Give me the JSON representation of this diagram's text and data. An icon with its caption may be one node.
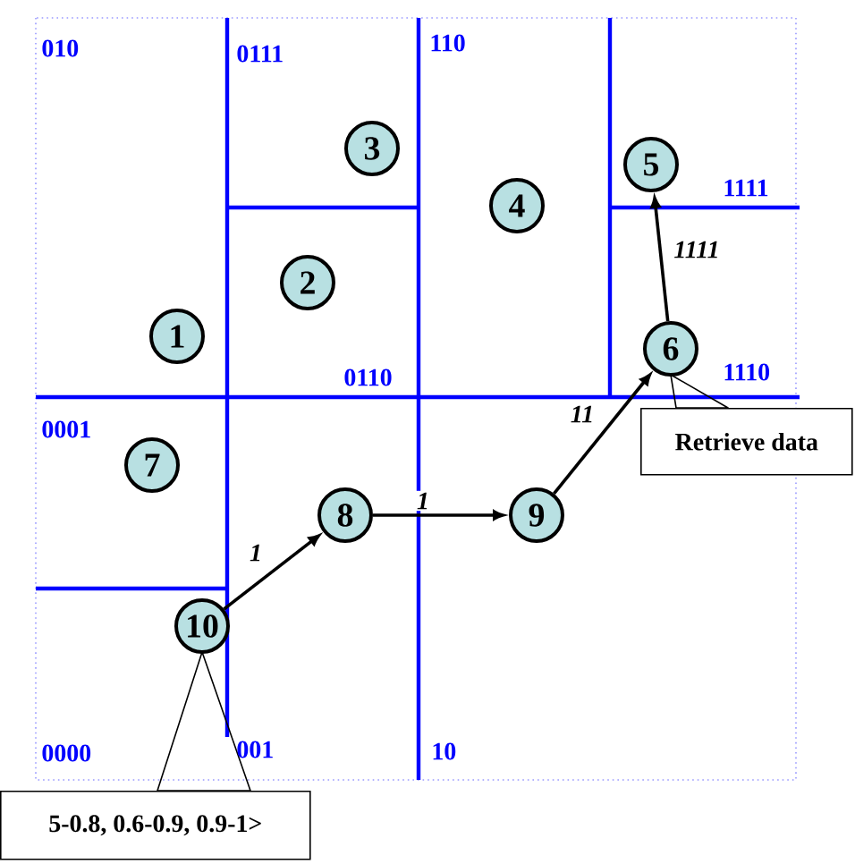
{
  "diagram": {
    "nodes": [
      {
        "text": [
          "1"
        ]
      },
      {
        "text": [
          "2"
        ]
      },
      {
        "text": [
          "3"
        ]
      },
      {
        "text": [
          "4"
        ]
      },
      {
        "text": [
          "5"
        ]
      },
      {
        "text": [
          "6"
        ]
      },
      {
        "text": [
          "7"
        ]
      },
      {
        "text": [
          "8"
        ]
      },
      {
        "text": [
          "9"
        ]
      },
      {
        "text": [
          "10"
        ]
      },
      {
        "text": [
          "Retrieve data"
        ]
      },
      {
        "text": [
          "5-0.8, 0.6-0.9, 0.9-1>"
        ]
      }
    ],
    "edges": [
      {
        "from": 9,
        "to": 7,
        "arrow": "to",
        "label": "1"
      },
      {
        "from": 7,
        "to": 8,
        "arrow": "to",
        "label": "1"
      },
      {
        "from": 8,
        "to": 5,
        "arrow": "to",
        "label": "11"
      },
      {
        "from": 5,
        "to": 4,
        "arrow": "to",
        "label": "1111"
      },
      {
        "from": 10,
        "to": 5,
        "arrow": "none"
      },
      {
        "from": 11,
        "to": 9,
        "arrow": "none"
      }
    ],
    "labels": [
      "010",
      "0111",
      "110",
      "1111",
      "0110",
      "1110",
      "0001",
      "0000",
      "001",
      "10"
    ]
  }
}
